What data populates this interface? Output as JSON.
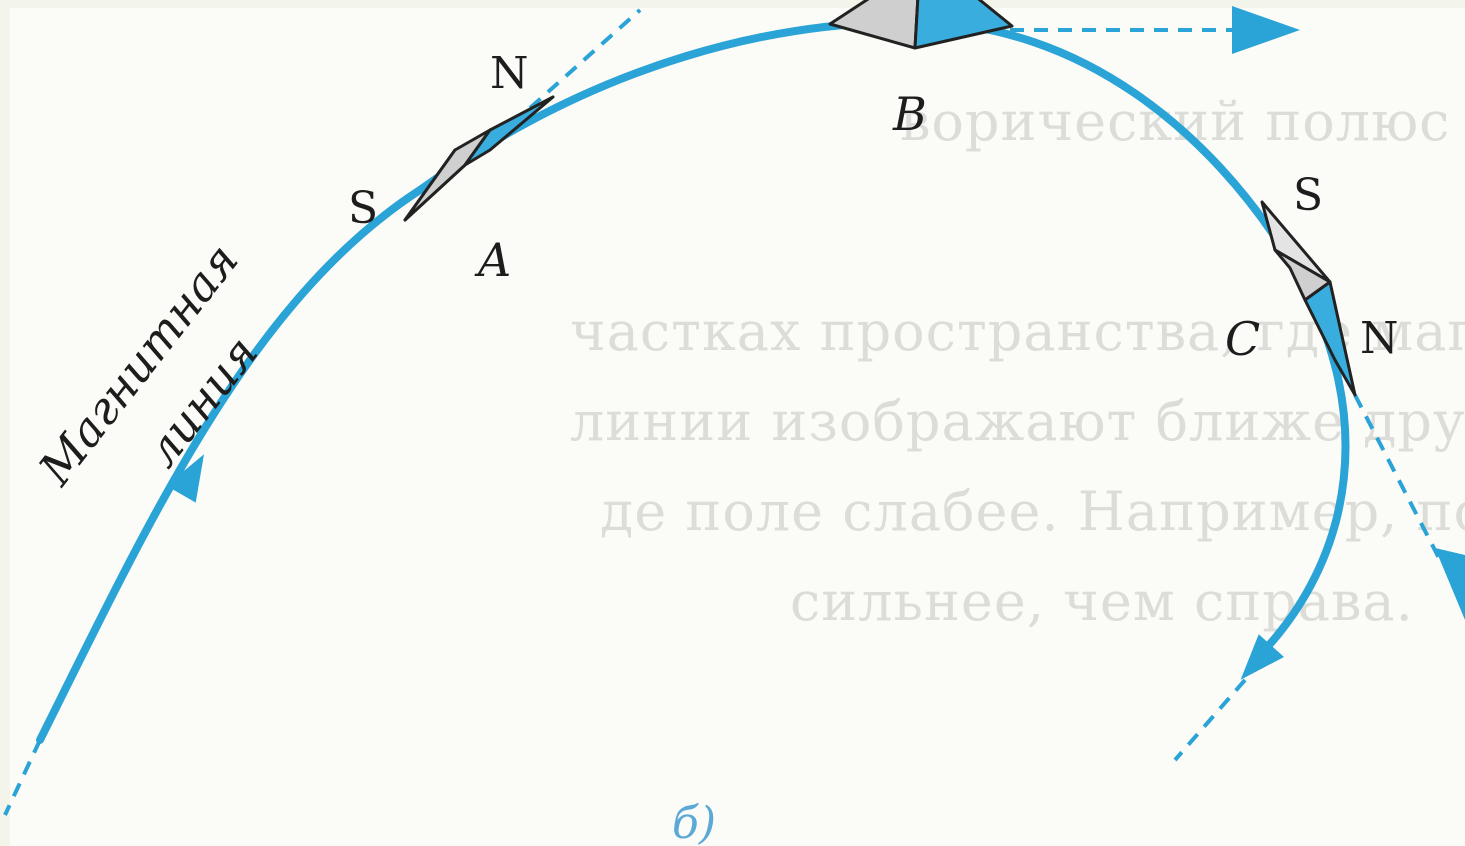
{
  "labels": {
    "line_label_1": "Магнитная",
    "line_label_2": "линия",
    "point_a": "A",
    "point_b": "B",
    "point_c": "C",
    "pole_n": "N",
    "pole_s": "S",
    "caption": "б)"
  },
  "background_text": [
    "ворический полюс магнитной стрелки, прим",
    "частках пространства, где магнитное поле б",
    "линии изображают ближе друг к другу,",
    "де поле слабее. Например, поле, изображ",
    "сильнее, чем справа."
  ],
  "colors": {
    "line": "#2aa3d6",
    "needle_blue": "#3aaddf",
    "needle_gray": "#cfcfcf",
    "outline": "#222222"
  }
}
